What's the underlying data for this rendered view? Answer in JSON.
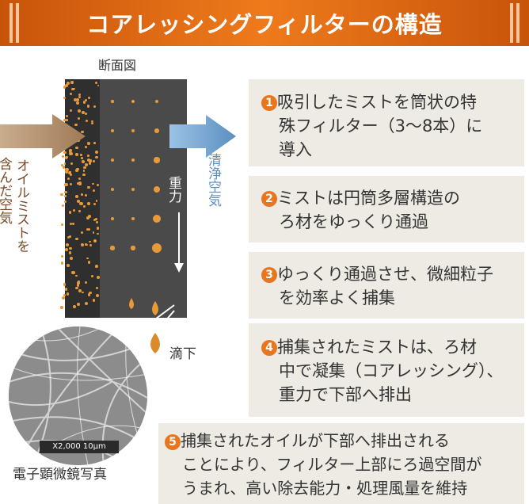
{
  "title": "コアレッシングフィルターの構造",
  "section_label": "断面図",
  "oil_in_label": "オイルミストを含んだ空気",
  "oil_in_lines": [
    "オイルミストを",
    "含んだ空気"
  ],
  "clean_air_lines": [
    "清浄",
    "空気"
  ],
  "gravity_label": "重力",
  "drip_label": "滴下",
  "micrograph_caption": "電子顕微鏡写真",
  "micrograph_scale": "X2,000 10μm",
  "steps": [
    {
      "num": "1",
      "lines": [
        "吸引したミストを筒状の特",
        "殊フィルター（3〜8本）に",
        "導入"
      ]
    },
    {
      "num": "2",
      "lines": [
        "ミストは円筒多層構造の",
        "ろ材をゆっくり通過"
      ]
    },
    {
      "num": "3",
      "lines": [
        "ゆっくり通過させ、微細粒子",
        "を効率よく捕集"
      ]
    },
    {
      "num": "4",
      "lines": [
        "捕集されたミストは、ろ材",
        "中で凝集（コアレッシング）、",
        "重力で下部へ排出"
      ]
    },
    {
      "num": "5",
      "lines": [
        "捕集されたオイルが下部へ排出される",
        "ことにより、フィルター上部にろ過空間が",
        "うまれ、高い除去能力・処理風量を維持"
      ]
    }
  ],
  "colors": {
    "banner": "#e06a14",
    "accent": "#e8761f",
    "box_bg": "#eeebe4",
    "clean_air": "#5b8fc0",
    "oil_air": "#a07a56"
  }
}
